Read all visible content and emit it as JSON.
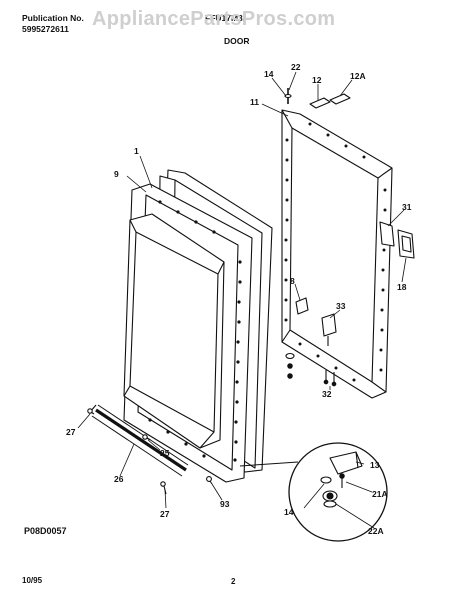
{
  "header": {
    "pub_label": "Publication No.",
    "pub_number": "5995272611",
    "model": "FFU17M3/",
    "section": "DOOR",
    "watermark": "AppliancePartsPros.com"
  },
  "callouts": {
    "c1": "1",
    "c9": "9",
    "c11": "11",
    "c14a": "14",
    "c22": "22",
    "c12": "12",
    "c12a": "12A",
    "c31": "31",
    "c8": "8",
    "c33": "33",
    "c18": "18",
    "c32": "32",
    "c27a": "27",
    "c25": "25",
    "c26": "26",
    "c27b": "27",
    "c93": "93",
    "c13": "13",
    "c14b": "14",
    "c21a": "21A",
    "c22a": "22A"
  },
  "footer": {
    "drawing_code": "P08D0057",
    "date": "10/95",
    "page": "2"
  }
}
